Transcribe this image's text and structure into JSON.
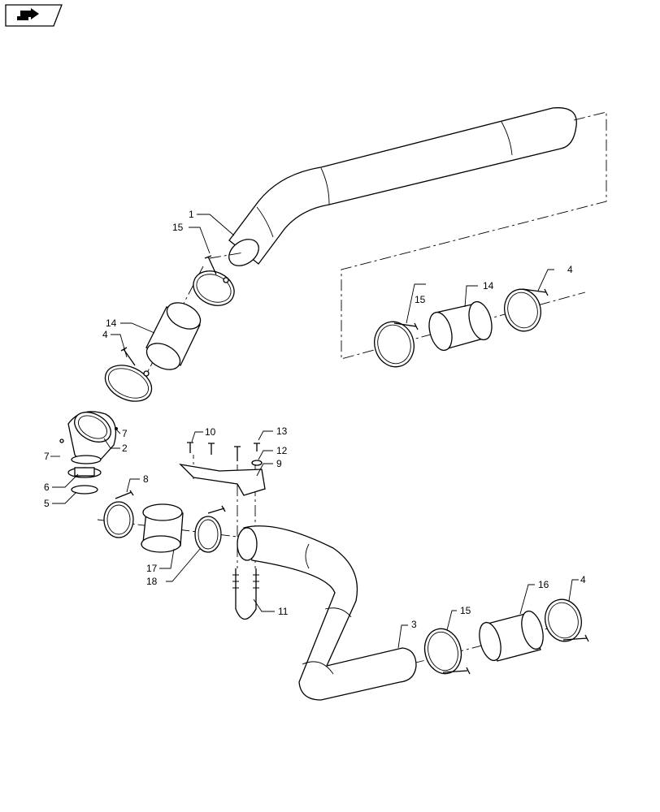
{
  "diagram": {
    "corner_icon": "nav-arrow-icon",
    "callouts": {
      "c1": "1",
      "c2": "2",
      "c3": "3",
      "c4_top": "4",
      "c4_mid": "4",
      "c4_bot": "4",
      "c5": "5",
      "c6": "6",
      "c7_left": "7",
      "c7_right": "7",
      "c8": "8",
      "c9": "9",
      "c10": "10",
      "c11": "11",
      "c12": "12",
      "c13": "13",
      "c14_top": "14",
      "c14_mid": "14",
      "c15_top": "15",
      "c15_mid": "15",
      "c15_bot": "15",
      "c16": "16",
      "c17": "17",
      "c18": "18"
    }
  }
}
